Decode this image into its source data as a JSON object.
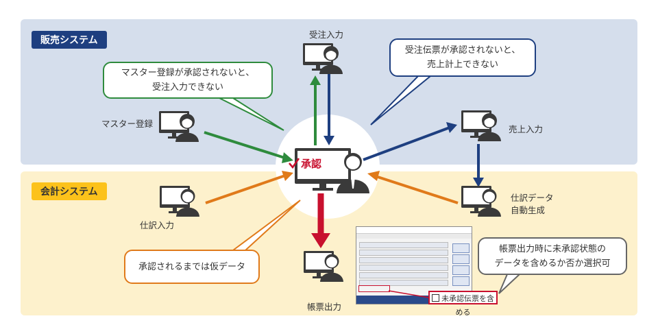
{
  "systems": {
    "sales": "販売システム",
    "accounting": "会計システム"
  },
  "nodes": {
    "order_entry": "受注入力",
    "master_reg": "マスター登録",
    "sales_entry": "売上入力",
    "journal_entry": "仕訳入力",
    "auto_journal_line1": "仕訳データ",
    "auto_journal_line2": "自動生成",
    "report_output": "帳票出力",
    "approval": "承認"
  },
  "bubbles": {
    "master_line1": "マスター登録が承認されないと、",
    "master_line2": "受注入力できない",
    "order_line1": "受注伝票が承認されないと、",
    "order_line2": "売上計上できない",
    "temp": "承認されるまでは仮データ",
    "report_line1": "帳票出力時に未承認状態の",
    "report_line2": "データを含めるか否か選択可"
  },
  "checkbox_label": "未承認伝票を含める",
  "colors": {
    "sales_bg": "#d5deec",
    "accounting_bg": "#fdf1cc",
    "sales_tag": "#1e3f80",
    "accounting_tag": "#fcc21b",
    "green_arrow": "#2e8b3d",
    "navy_arrow": "#1e3f80",
    "orange_arrow": "#e07a1a",
    "red_arrow": "#c8102e"
  },
  "icons": [
    "computer-user-icon",
    "check-icon",
    "checkbox-icon"
  ]
}
